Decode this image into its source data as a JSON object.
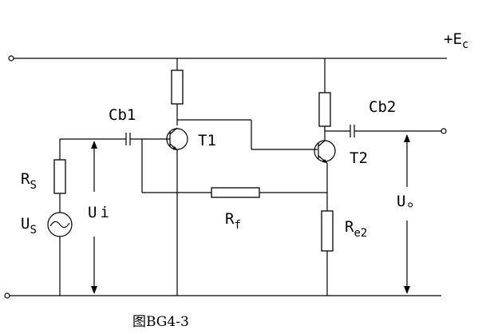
{
  "labels": {
    "supply": "+E",
    "supply_sub": "c",
    "cb1": "Cb1",
    "cb2": "Cb2",
    "t1": "T1",
    "t2": "T2",
    "rs": "R",
    "rs_sub": "S",
    "us": "U",
    "us_sub": "S",
    "ui_symbol": "U",
    "ui_sub": "i",
    "rf": "R",
    "rf_sub": "f",
    "re2": "R",
    "re2_sub": "e2",
    "uo": "U",
    "uo_sub": "。"
  },
  "caption": "图BG4-3"
}
